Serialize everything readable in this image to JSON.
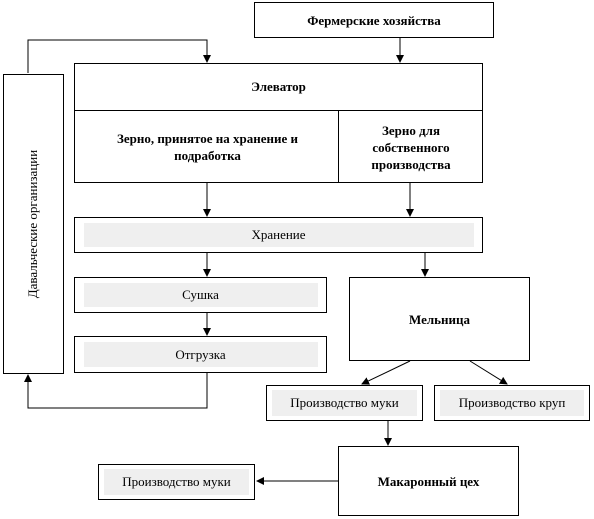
{
  "nodes": {
    "farms": "Фермерские хозяйства",
    "elevator": "Элеватор",
    "grain_storage": "Зерно, принятое на хранение и подработка",
    "grain_own": "Зерно для собственного производства",
    "storage": "Хранение",
    "drying": "Сушка",
    "shipping": "Отгрузка",
    "mill": "Мельница",
    "flour_prod_1": "Производство муки",
    "groats_prod": "Производство круп",
    "pasta_shop": "Макаронный цех",
    "flour_prod_2": "Производство муки",
    "donor_orgs": "Давальческие организации"
  }
}
